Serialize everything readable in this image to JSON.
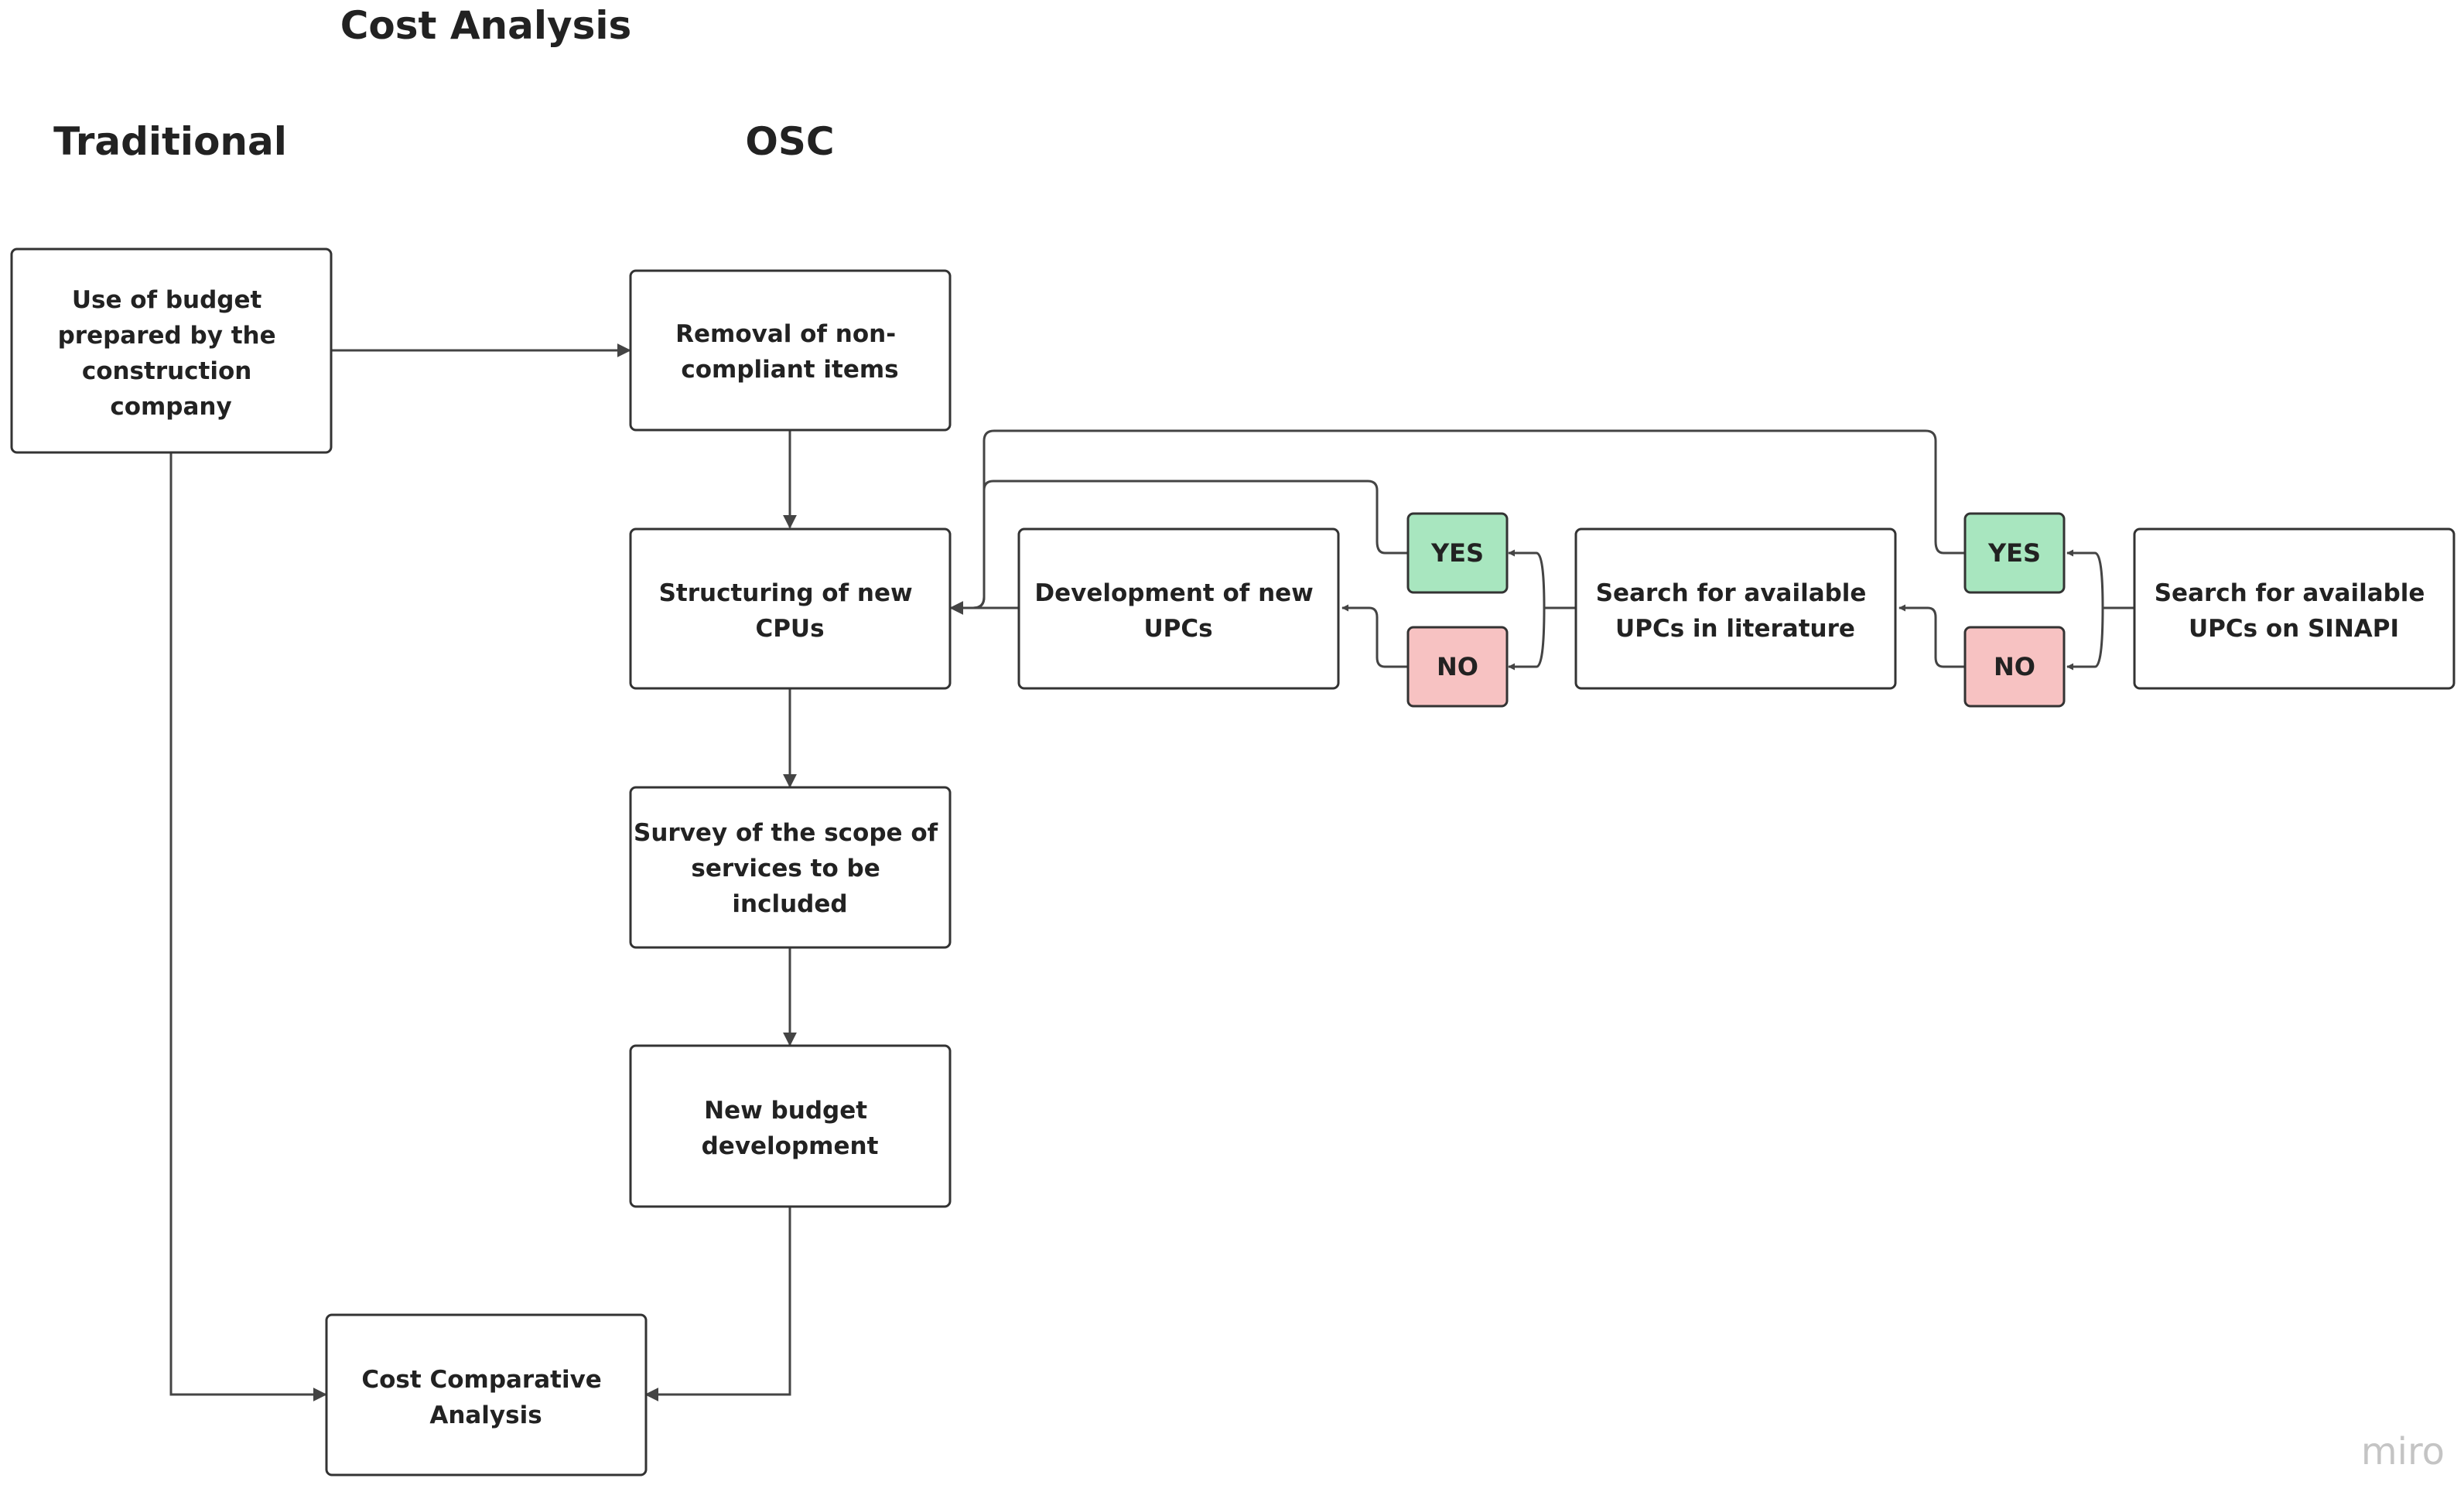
{
  "headings": {
    "title": "Cost Analysis",
    "traditional": "Traditional",
    "osc": "OSC"
  },
  "nodes": {
    "use_budget": [
      "Use of budget",
      "prepared by the",
      "construction",
      "company"
    ],
    "removal": [
      "Removal of non-",
      "compliant items"
    ],
    "structuring": [
      "Structuring of new",
      "CPUs"
    ],
    "survey": [
      "Survey of the scope of",
      "services to be",
      "included"
    ],
    "new_budget": [
      "New budget",
      "development"
    ],
    "cost_comparative": [
      "Cost Comparative",
      "Analysis"
    ],
    "development_upcs": [
      "Development of new",
      "UPCs"
    ],
    "search_literature": [
      "Search for available",
      "UPCs in literature"
    ],
    "search_sinapi": [
      "Search for available",
      "UPCs on SINAPI"
    ],
    "yes_literature": "YES",
    "no_literature": "NO",
    "yes_sinapi": "YES",
    "no_sinapi": "NO"
  },
  "colors": {
    "yes_fill": "#a8e6bf",
    "no_fill": "#f7c2c2",
    "stroke": "#333333"
  },
  "watermark": "miro"
}
